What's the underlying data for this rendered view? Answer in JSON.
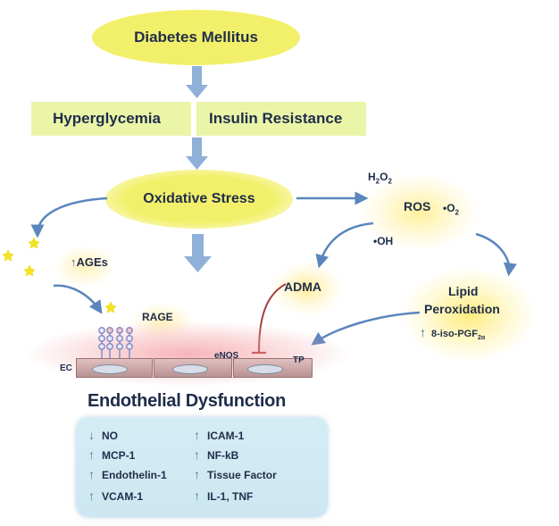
{
  "title_node": "Diabetes Mellitus",
  "causes": {
    "left": "Hyperglycemia",
    "right": "Insulin Resistance"
  },
  "oxidative_stress": "Oxidative Stress",
  "ros": {
    "label": "ROS",
    "h2o2_base": "H",
    "h2o2_sub1": "2",
    "h2o2_mid": "O",
    "h2o2_sub2": "2",
    "o2_radical_base": "•O",
    "o2_radical_sub": "2",
    "oh_radical": "•OH"
  },
  "ages": {
    "arrow": "↑",
    "label": "AGEs"
  },
  "adma": "ADMA",
  "lipid": {
    "line1": "Lipid",
    "line2": "Peroxidation",
    "marker_arrow": "↑",
    "marker_base": "8-iso-PGF",
    "marker_sub": "2α"
  },
  "rage": "RAGE",
  "vessel": {
    "ec": "EC",
    "enos": "eNOS",
    "tp": "TP"
  },
  "dysfunction_title": "Endothelial Dysfunction",
  "markers_left": [
    {
      "arrow": "↓",
      "label": "NO"
    },
    {
      "arrow": "↑",
      "label": "MCP-1"
    },
    {
      "arrow": "↑",
      "label": "Endothelin-1"
    },
    {
      "arrow": "↑",
      "label": "VCAM-1"
    }
  ],
  "markers_right": [
    {
      "arrow": "↑",
      "label": "ICAM-1"
    },
    {
      "arrow": "↑",
      "label": "NF-kB"
    },
    {
      "arrow": "↑",
      "label": "Tissue Factor"
    },
    {
      "arrow": "↑",
      "label": "IL-1, TNF"
    }
  ],
  "colors": {
    "node_fill": "#f2f06a",
    "box_fill": "#eaf5a8",
    "arrow_blue": "#5b86bd",
    "inhibit_red": "#a8403c",
    "text": "#1f2d4a",
    "panel": "#d4ecf4"
  }
}
